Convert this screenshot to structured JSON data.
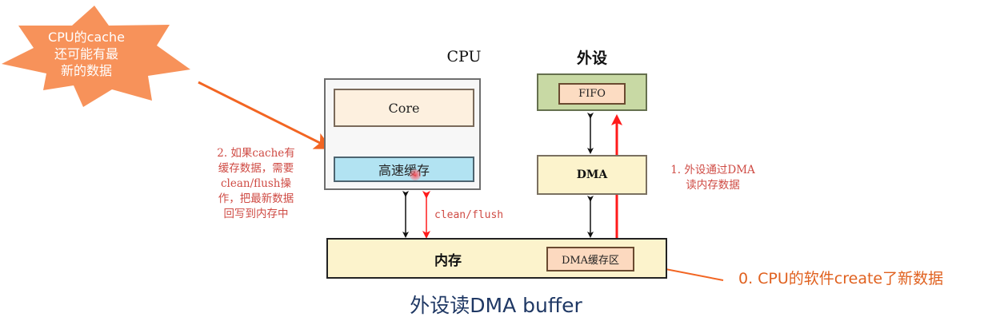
{
  "diagram": {
    "title_cpu": "CPU",
    "title_peripheral": "外设",
    "cpu": {
      "core_label": "Core",
      "cache_label": "高速缓存"
    },
    "peripheral": {
      "fifo_label": "FIFO",
      "dma_label": "DMA"
    },
    "memory": {
      "label": "内存",
      "dma_buffer_label": "DMA缓存区"
    },
    "annotations": {
      "starburst": [
        "CPU的cache",
        "还可能有最",
        "新的数据"
      ],
      "step2": [
        "2. 如果cache有",
        "缓存数据，需要",
        "clean/flush操",
        "作，把最新数据",
        "回写到内存中"
      ],
      "clean_flush": "clean/flush",
      "step1": [
        "1. 外设通过DMA",
        "读内存数据"
      ],
      "step0": "0. CPU的软件create了新数据"
    },
    "caption": "外设读DMA buffer",
    "colors": {
      "starburst_fill": "#f7925a",
      "orange_arrow": "#f26522",
      "red_arrow": "#ff1a1a",
      "red_note": "#cf4b44",
      "step0_text": "#e0611f",
      "caption": "#1f3864",
      "cache_fill": "#b2e3f2",
      "core_fill": "#fdf0df",
      "peripheral_fill": "#c8d9a4",
      "fifo_fill": "#fcdcc2",
      "dma_fill": "#fcf3cc",
      "memory_fill": "#fcf3cc"
    }
  }
}
